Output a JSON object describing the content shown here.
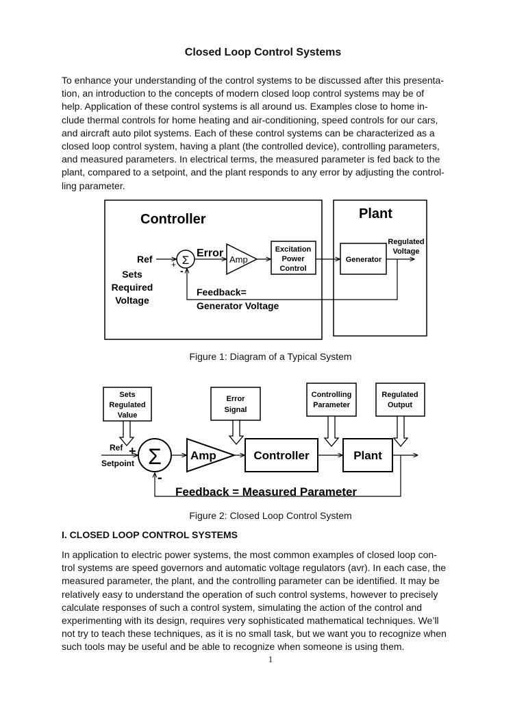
{
  "title": "Closed Loop Control Systems",
  "intro_lines": [
    "To enhance your understanding of the control systems to be discussed after this presenta-",
    "tion, an introduction to the concepts of modern closed loop control systems may be of",
    "help. Application of these control systems is all around us. Examples close to home in-",
    "clude thermal controls for home heating and air-conditioning, speed controls for our cars,",
    "and aircraft auto pilot systems. Each of these control systems can be characterized as a",
    "closed loop control system, having a plant (the controlled device), controlling parameters,",
    "and measured parameters. In electrical terms, the measured parameter is fed back to the",
    "plant, compared to a setpoint, and the plant responds to any error by adjusting the control-",
    "ling parameter."
  ],
  "figure1": {
    "controller_label": "Controller",
    "plant_label": "Plant",
    "ref": "Ref",
    "plus": "+",
    "minus": "-",
    "sigma": "Σ",
    "error": "Error",
    "amp": "Amp",
    "excitation_lines": [
      "Excitation",
      "Power",
      "Control"
    ],
    "generator": "Generator",
    "regulated_lines": [
      "Regulated",
      "Voltage"
    ],
    "sets_lines": [
      "Sets",
      "Required",
      "Voltage"
    ],
    "feedback_lines": [
      "Feedback=",
      "Generator Voltage"
    ],
    "caption": "Figure 1:  Diagram of a Typical System"
  },
  "figure2": {
    "sets_lines": [
      "Sets",
      "Regulated",
      "Value"
    ],
    "error_signal_lines": [
      "Error",
      "Signal"
    ],
    "controlling_lines": [
      "Controlling",
      "Parameter"
    ],
    "regulated_output_lines": [
      "Regulated",
      "Output"
    ],
    "ref": "Ref",
    "setpoint": "Setpoint",
    "plus": "+",
    "minus": "-",
    "sigma": "Σ",
    "amp": "Amp",
    "controller": "Controller",
    "plant": "Plant",
    "feedback": "Feedback = Measured Parameter",
    "caption": "Figure 2:  Closed Loop Control System"
  },
  "section_heading": "I.  CLOSED LOOP CONTROL SYSTEMS",
  "body_lines": [
    "In application to electric power systems, the most common examples of closed loop con-",
    "trol systems are speed governors and automatic voltage regulators (avr). In each case, the",
    "measured parameter, the plant, and the controlling parameter can be identified. It may be",
    "relatively easy to understand the operation of such control systems, however to precisely",
    "calculate responses of such a control system, simulating the action of the control and",
    "experimenting with its design, requires very sophisticated mathematical techniques. We’ll",
    "not try to teach these techniques, as it is no small task, but we want you to recognize when",
    "such tools may be useful and be able to recognize when someone is using them."
  ],
  "page_number": "1"
}
